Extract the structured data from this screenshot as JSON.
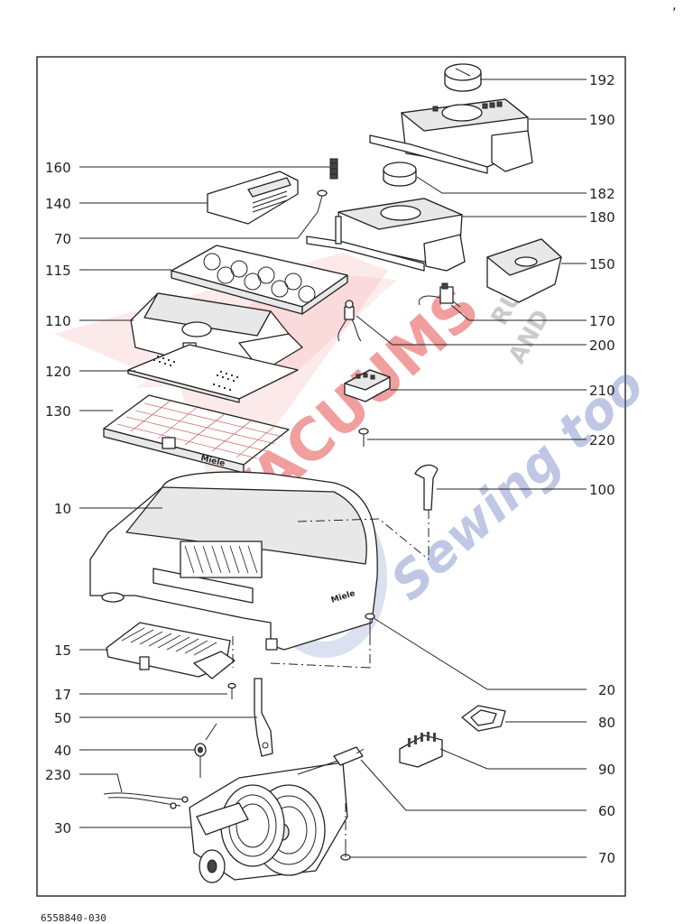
{
  "diagram": {
    "doc_code": "6558840-030",
    "corner_mark": ",",
    "callouts": [
      {
        "id": "192",
        "label": "192"
      },
      {
        "id": "190",
        "label": "190"
      },
      {
        "id": "160",
        "label": "160"
      },
      {
        "id": "140",
        "label": "140"
      },
      {
        "id": "182",
        "label": "182"
      },
      {
        "id": "180",
        "label": "180"
      },
      {
        "id": "70a",
        "label": "70"
      },
      {
        "id": "115",
        "label": "115"
      },
      {
        "id": "150",
        "label": "150"
      },
      {
        "id": "110",
        "label": "110"
      },
      {
        "id": "170",
        "label": "170"
      },
      {
        "id": "200",
        "label": "200"
      },
      {
        "id": "120",
        "label": "120"
      },
      {
        "id": "210",
        "label": "210"
      },
      {
        "id": "130",
        "label": "130"
      },
      {
        "id": "220",
        "label": "220"
      },
      {
        "id": "100",
        "label": "100"
      },
      {
        "id": "10",
        "label": "10"
      },
      {
        "id": "15",
        "label": "15"
      },
      {
        "id": "20",
        "label": "20"
      },
      {
        "id": "17",
        "label": "17"
      },
      {
        "id": "80",
        "label": "80"
      },
      {
        "id": "50",
        "label": "50"
      },
      {
        "id": "40",
        "label": "40"
      },
      {
        "id": "90",
        "label": "90"
      },
      {
        "id": "230",
        "label": "230"
      },
      {
        "id": "60",
        "label": "60"
      },
      {
        "id": "30",
        "label": "30"
      },
      {
        "id": "70b",
        "label": "70"
      }
    ],
    "part_markings": {
      "brand_on_filter": "Miele",
      "brand_on_body": "Miele"
    }
  },
  "watermark": {
    "line1": "VACUUMS",
    "line2": "RUGS",
    "line3": "AND",
    "line4": "Sewing too",
    "colors": {
      "red": "#e03030",
      "blue": "#5a6fb8"
    }
  }
}
